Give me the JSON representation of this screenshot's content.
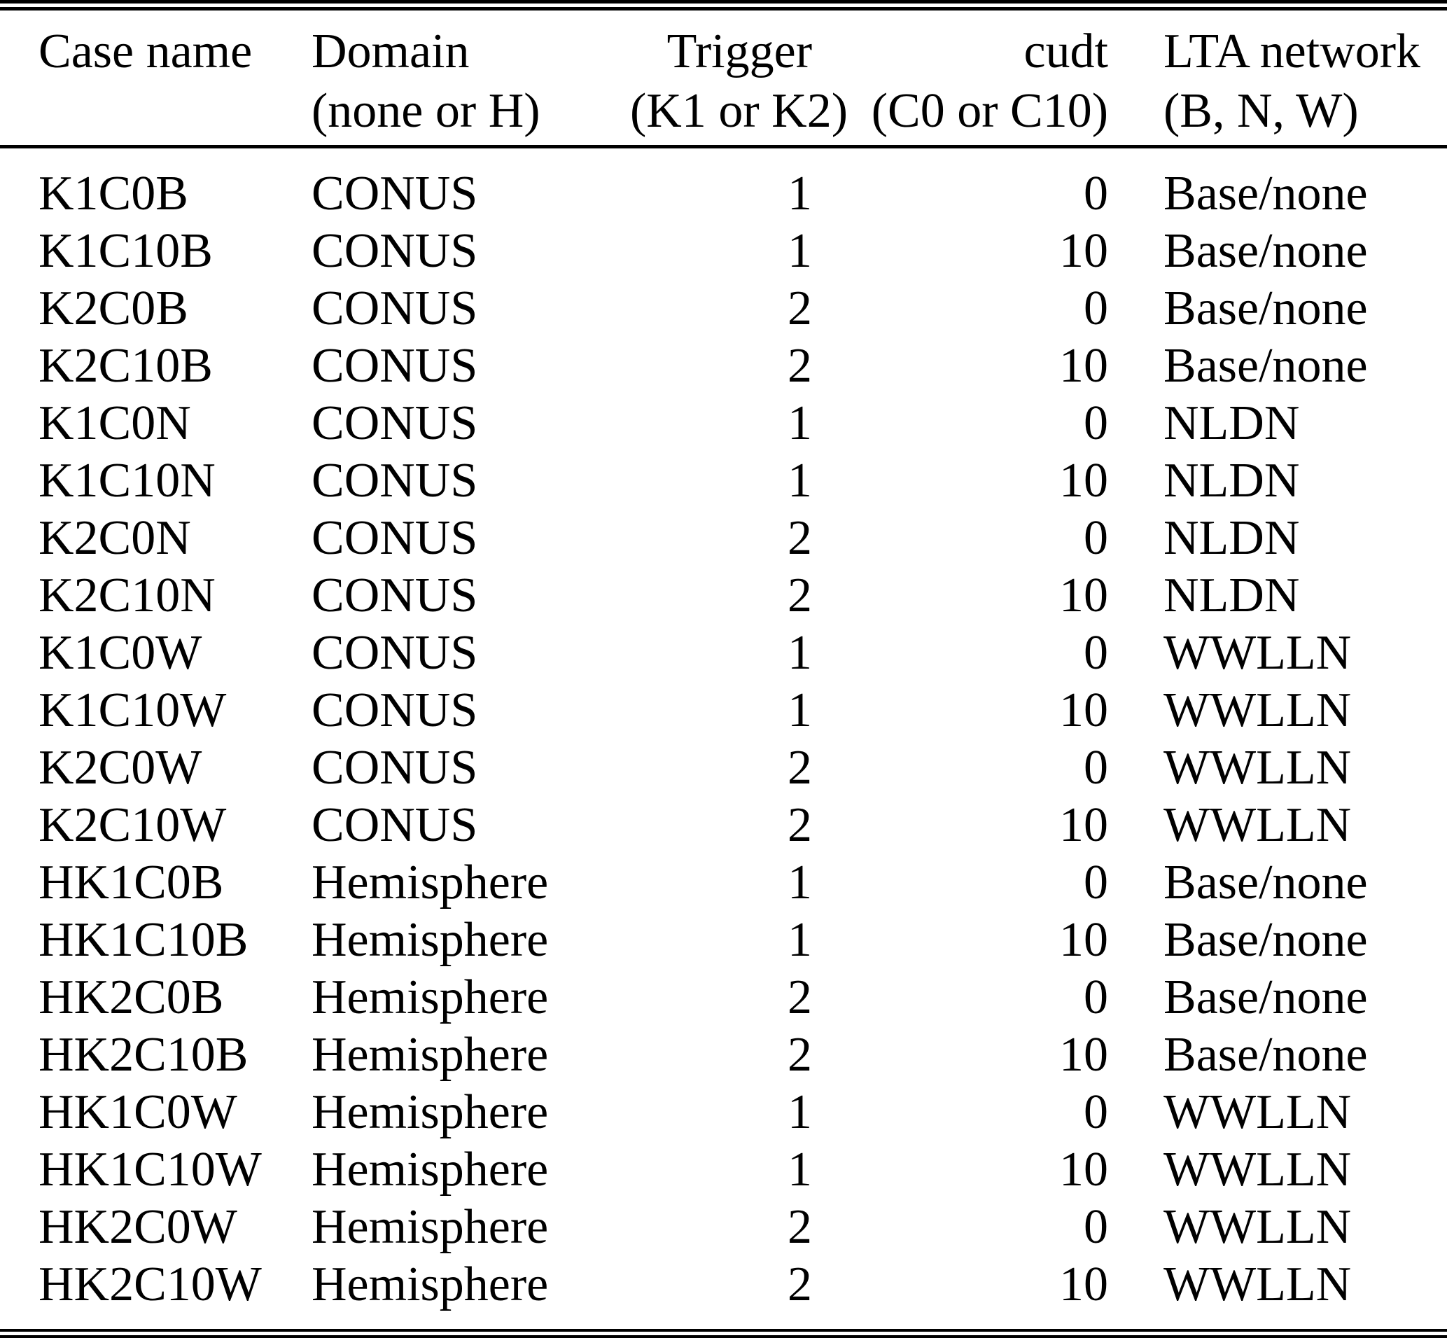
{
  "colors": {
    "text": "#000000",
    "background": "#ffffff",
    "rule": "#000000"
  },
  "table": {
    "columns": [
      {
        "line1": "Case name",
        "line2": ""
      },
      {
        "line1": "Domain",
        "line2": "(none or H)"
      },
      {
        "line1": "Trigger",
        "line2": "(K1 or K2)"
      },
      {
        "line1": "cudt",
        "line2": "(C0 or C10)"
      },
      {
        "line1": "LTA network",
        "line2": "(B, N, W)"
      }
    ],
    "rows": [
      {
        "case_name": "K1C0B",
        "domain": "CONUS",
        "trigger": "1",
        "cudt": "0",
        "lta_network": "Base/none"
      },
      {
        "case_name": "K1C10B",
        "domain": "CONUS",
        "trigger": "1",
        "cudt": "10",
        "lta_network": "Base/none"
      },
      {
        "case_name": "K2C0B",
        "domain": "CONUS",
        "trigger": "2",
        "cudt": "0",
        "lta_network": "Base/none"
      },
      {
        "case_name": "K2C10B",
        "domain": "CONUS",
        "trigger": "2",
        "cudt": "10",
        "lta_network": "Base/none"
      },
      {
        "case_name": "K1C0N",
        "domain": "CONUS",
        "trigger": "1",
        "cudt": "0",
        "lta_network": "NLDN"
      },
      {
        "case_name": "K1C10N",
        "domain": "CONUS",
        "trigger": "1",
        "cudt": "10",
        "lta_network": "NLDN"
      },
      {
        "case_name": "K2C0N",
        "domain": "CONUS",
        "trigger": "2",
        "cudt": "0",
        "lta_network": "NLDN"
      },
      {
        "case_name": "K2C10N",
        "domain": "CONUS",
        "trigger": "2",
        "cudt": "10",
        "lta_network": "NLDN"
      },
      {
        "case_name": "K1C0W",
        "domain": "CONUS",
        "trigger": "1",
        "cudt": "0",
        "lta_network": "WWLLN"
      },
      {
        "case_name": "K1C10W",
        "domain": "CONUS",
        "trigger": "1",
        "cudt": "10",
        "lta_network": "WWLLN"
      },
      {
        "case_name": "K2C0W",
        "domain": "CONUS",
        "trigger": "2",
        "cudt": "0",
        "lta_network": "WWLLN"
      },
      {
        "case_name": "K2C10W",
        "domain": "CONUS",
        "trigger": "2",
        "cudt": "10",
        "lta_network": "WWLLN"
      },
      {
        "case_name": "HK1C0B",
        "domain": "Hemisphere",
        "trigger": "1",
        "cudt": "0",
        "lta_network": "Base/none"
      },
      {
        "case_name": "HK1C10B",
        "domain": "Hemisphere",
        "trigger": "1",
        "cudt": "10",
        "lta_network": "Base/none"
      },
      {
        "case_name": "HK2C0B",
        "domain": "Hemisphere",
        "trigger": "2",
        "cudt": "0",
        "lta_network": "Base/none"
      },
      {
        "case_name": "HK2C10B",
        "domain": "Hemisphere",
        "trigger": "2",
        "cudt": "10",
        "lta_network": "Base/none"
      },
      {
        "case_name": "HK1C0W",
        "domain": "Hemisphere",
        "trigger": "1",
        "cudt": "0",
        "lta_network": "WWLLN"
      },
      {
        "case_name": "HK1C10W",
        "domain": "Hemisphere",
        "trigger": "1",
        "cudt": "10",
        "lta_network": "WWLLN"
      },
      {
        "case_name": "HK2C0W",
        "domain": "Hemisphere",
        "trigger": "2",
        "cudt": "0",
        "lta_network": "WWLLN"
      },
      {
        "case_name": "HK2C10W",
        "domain": "Hemisphere",
        "trigger": "2",
        "cudt": "10",
        "lta_network": "WWLLN"
      }
    ]
  }
}
